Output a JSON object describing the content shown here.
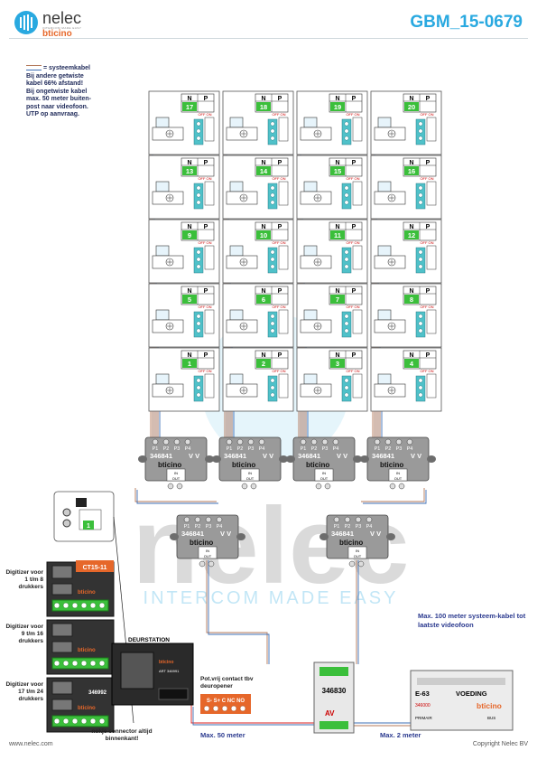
{
  "header": {
    "title": "GBM_15-0679"
  },
  "logo": {
    "name": "nelec",
    "tagline": "INTERCOM MADE EASY",
    "brand": "bticino"
  },
  "legend": {
    "title": "= systeemkabel",
    "lines": [
      "Bij andere getwiste",
      "kabel 66% afstand!",
      "Bij ongetwiste kabel",
      "max. 50 meter buiten-",
      "post naar videofoon.",
      "UTP op aanvraag."
    ]
  },
  "watermark": {
    "text": "nelec",
    "tagline": "INTERCOM MADE EASY"
  },
  "units": {
    "switch_label": "OFF ON",
    "col_n": "N",
    "col_p": "P",
    "rows": [
      [
        "17",
        "18",
        "19",
        "20"
      ],
      [
        "13",
        "14",
        "15",
        "16"
      ],
      [
        "9",
        "10",
        "11",
        "12"
      ],
      [
        "5",
        "6",
        "7",
        "8"
      ],
      [
        "1",
        "2",
        "3",
        "4"
      ]
    ]
  },
  "distributor": {
    "model": "346841",
    "brand": "bticino",
    "ports": [
      "P1",
      "P2",
      "P3",
      "P4"
    ],
    "vv": "V V",
    "in": "IN",
    "out": "OUT"
  },
  "rack": {
    "ct_label": "CT15-11",
    "digitizers": [
      "Digitizer voor 1 t/m 8 drukkers",
      "Digitizer voor 9 t/m 16 drukkers",
      "Digitizer voor 17 t/m 24 drukkers"
    ],
    "digitizer_model": "346992",
    "connector_note": "nokje connector altijd binnenkant!",
    "cover_label": "DEURSTATION",
    "station_model": "ART 346991",
    "brand": "bticino"
  },
  "relay": {
    "title": "Pot.vrij contact tbv deuropener",
    "terminals": "S- S+ C NC NO"
  },
  "power": {
    "model": "346830",
    "av": "AV"
  },
  "psu": {
    "model": "E-63",
    "label": "VOEDING",
    "part": "346000",
    "brand": "bticino",
    "left": "PRIMAIR",
    "right": "BUS"
  },
  "notes": {
    "max100": "Max. 100 meter systeem-kabel tot laatste videofoon",
    "max50": "Max. 50 meter",
    "max2": "Max. 2 meter"
  },
  "footer": {
    "left": "www.nelec.com",
    "right": "Copyright Nelec BV"
  },
  "colors": {
    "accent": "#29a9e0",
    "brown": "#b4785a",
    "blue": "#3d6fb5",
    "green": "#3bbf3b",
    "orange": "#e6672a",
    "red": "#d22"
  }
}
